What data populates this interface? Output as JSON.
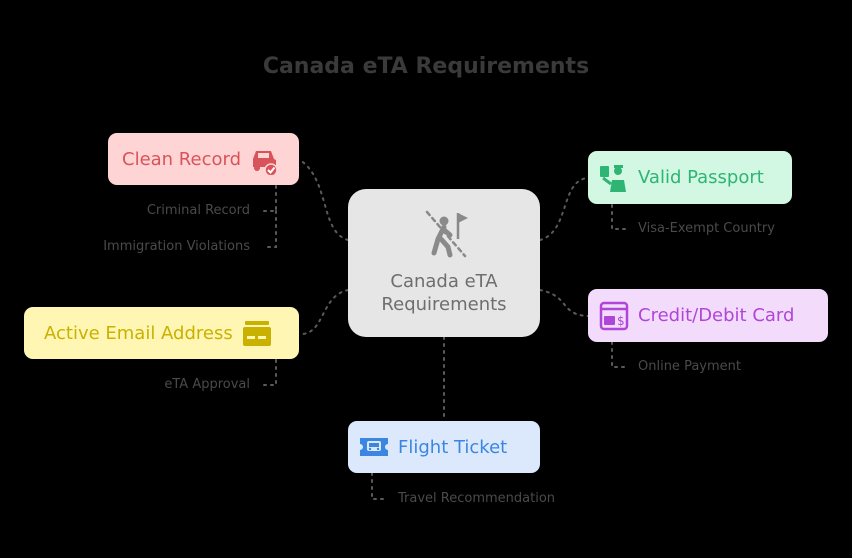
{
  "diagram": {
    "title": "Canada eTA Requirements",
    "center": {
      "line1": "Canada eTA",
      "line2": "Requirements",
      "icon": "hiker-flag-icon",
      "color": "#e6e6e6"
    },
    "nodes": [
      {
        "id": "clean-record",
        "label": "Clean Record",
        "icon": "car-check-icon",
        "bg": "#ffd4d4",
        "fg": "#d9535a",
        "children": [
          "Criminal Record",
          "Immigration Violations"
        ]
      },
      {
        "id": "valid-passport",
        "label": "Valid Passport",
        "icon": "passport-officer-icon",
        "bg": "#d2f7e2",
        "fg": "#2fb573",
        "children": [
          "Visa-Exempt Country"
        ]
      },
      {
        "id": "active-email",
        "label": "Active Email Address",
        "icon": "email-stack-icon",
        "bg": "#fff6b3",
        "fg": "#c9b100",
        "children": [
          "eTA Approval"
        ]
      },
      {
        "id": "credit-debit",
        "label": "Credit/Debit Card",
        "icon": "card-payment-icon",
        "bg": "#f3dbfb",
        "fg": "#b046d8",
        "children": [
          "Online Payment"
        ]
      },
      {
        "id": "flight-ticket",
        "label": "Flight Ticket",
        "icon": "bus-ticket-icon",
        "bg": "#dce9fd",
        "fg": "#3a86e0",
        "children": [
          "Travel Recommendation"
        ]
      }
    ]
  }
}
